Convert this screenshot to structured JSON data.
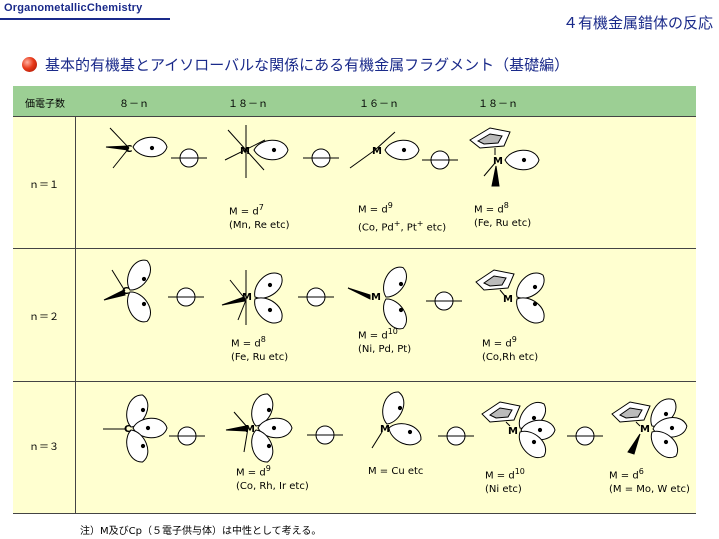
{
  "header": {
    "brand": "OrganometallicChemistry",
    "chapter": "４有機金属錯体の反応"
  },
  "subtitle": "基本的有機基とアイソローバルな関係にある有機金属フラグメント（基礎編）",
  "table": {
    "columns": [
      "価電子数",
      "８－ｎ",
      "１８－ｎ",
      "１６－ｎ",
      "１８－ｎ"
    ],
    "rows": [
      {
        "label": "ｎ＝１",
        "captions": [
          {
            "line1": "M = d",
            "sup": "7",
            "line2": "(Mn, Re etc)"
          },
          {
            "line1": "M = d",
            "sup": "9",
            "line2": "(Co, Pd",
            "extra": "+",
            "line2b": ", Pt",
            "extra2": "+",
            "line2c": " etc)"
          },
          {
            "line1": "M = d",
            "sup": "8",
            "line2": "(Fe, Ru etc)"
          }
        ]
      },
      {
        "label": "ｎ＝２",
        "captions": [
          {
            "line1": "M = d",
            "sup": "8",
            "line2": "(Fe, Ru etc)"
          },
          {
            "line1": "M = d",
            "sup": "10",
            "line2": "(Ni, Pd, Pt)"
          },
          {
            "line1": "M = d",
            "sup": "9",
            "line2": "(Co,Rh etc)"
          }
        ]
      },
      {
        "label": "ｎ＝３",
        "captions": [
          {
            "line1": "M = d",
            "sup": "9",
            "line2": "(Co, Rh, Ir etc)"
          },
          {
            "line1": "M = Cu etc",
            "sup": "",
            "line2": ""
          },
          {
            "line1": "M = d",
            "sup": "10",
            "line2": "(Ni etc)"
          },
          {
            "line1": "M = d",
            "sup": "6",
            "line2": "(M = Mo, W etc)"
          }
        ]
      }
    ],
    "atom_c": "C",
    "atom_m": "M"
  },
  "footnote": "注）M及びCp（５電子供与体）は中性として考える。",
  "colors": {
    "header_bg": "#9ccf94",
    "body_bg": "#ffffd0",
    "title": "#1a2a8a",
    "bullet": "#e83a1a"
  }
}
